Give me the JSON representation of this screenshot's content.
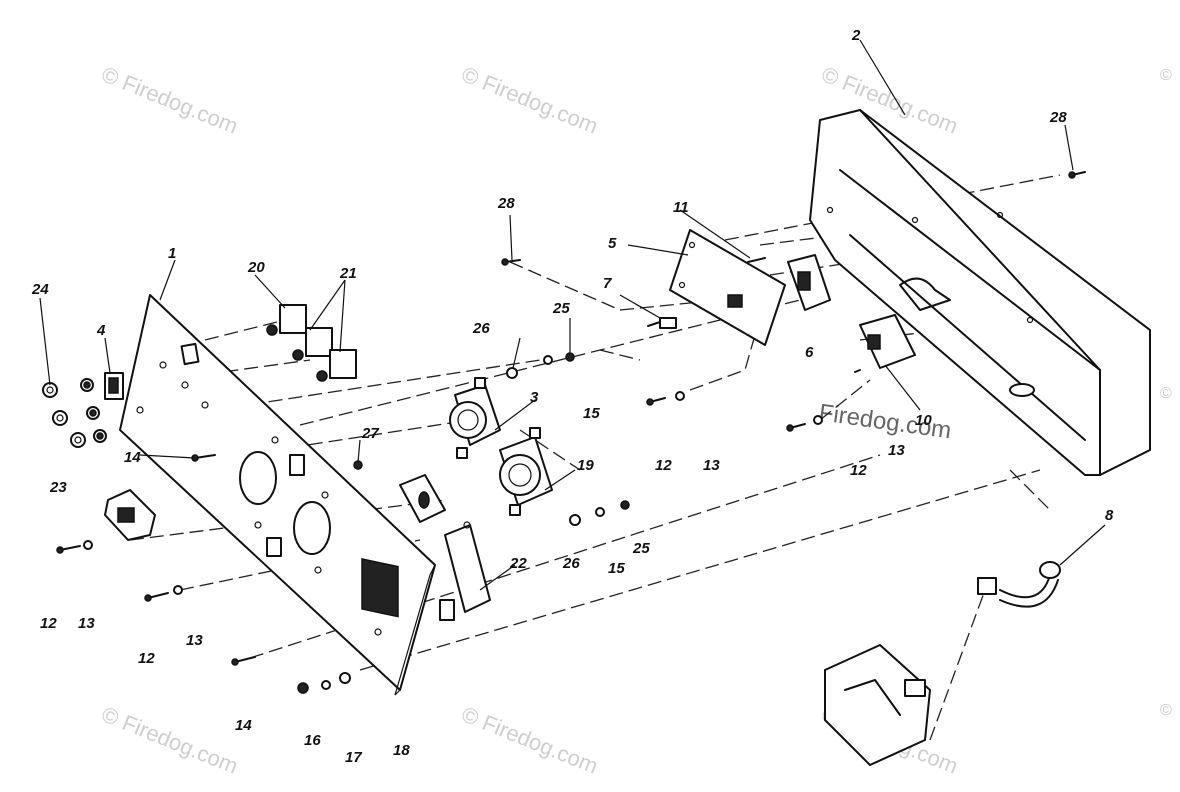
{
  "watermark": {
    "text": "Firedog.com",
    "symbol": "©"
  },
  "labels": [
    "1",
    "2",
    "3",
    "4",
    "5",
    "6",
    "7",
    "8",
    "10",
    "11",
    "12",
    "13",
    "14",
    "15",
    "16",
    "17",
    "18",
    "19",
    "20",
    "21",
    "22",
    "23",
    "24",
    "25",
    "26",
    "27",
    "28"
  ],
  "colors": {
    "ink": "#111111",
    "watermark": "#c9c9c9",
    "background": "#ffffff"
  }
}
